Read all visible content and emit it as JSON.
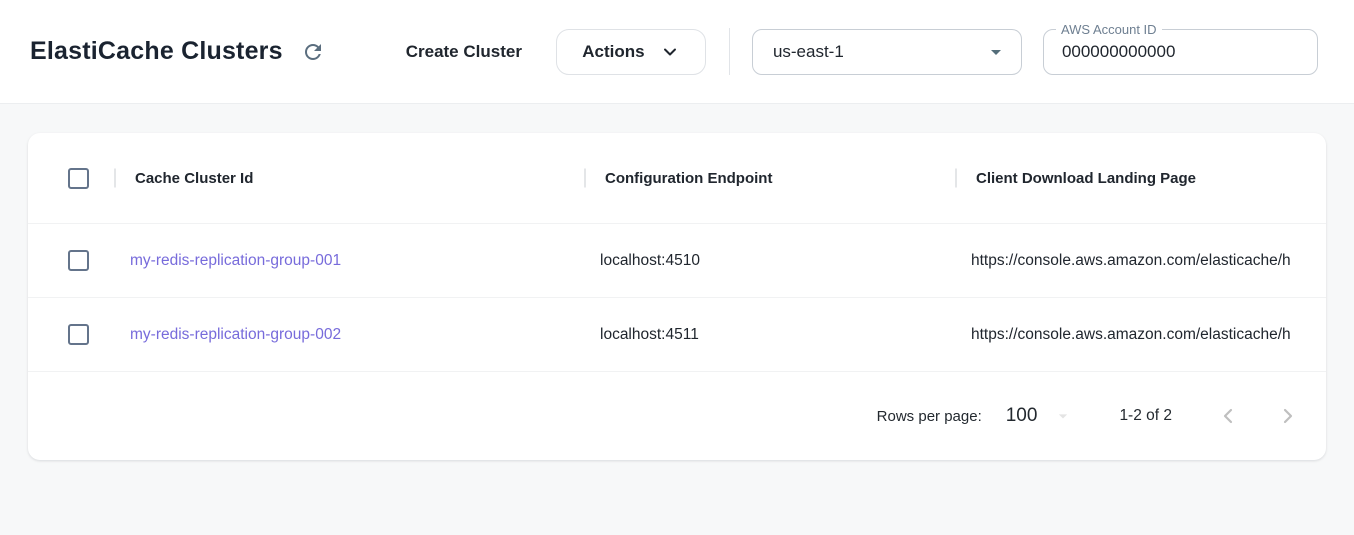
{
  "header": {
    "title": "ElastiCache Clusters",
    "create_cluster_label": "Create Cluster",
    "actions_label": "Actions",
    "region_selected": "us-east-1",
    "account_label": "AWS Account ID",
    "account_value": "000000000000"
  },
  "table": {
    "columns": [
      "Cache Cluster Id",
      "Configuration Endpoint",
      "Client Download Landing Page"
    ],
    "rows": [
      {
        "cache_cluster_id": "my-redis-replication-group-001",
        "configuration_endpoint": "localhost:4510",
        "client_download_landing_page": "https://console.aws.amazon.com/elasticache/h"
      },
      {
        "cache_cluster_id": "my-redis-replication-group-002",
        "configuration_endpoint": "localhost:4511",
        "client_download_landing_page": "https://console.aws.amazon.com/elasticache/h"
      }
    ]
  },
  "pagination": {
    "rows_per_page_label": "Rows per page:",
    "rows_per_page_value": "100",
    "range_label": "1-2 of 2"
  },
  "colors": {
    "link": "#776bdb",
    "checkbox_border": "#64748b",
    "page_background": "#f7f8f9",
    "icon_slate": "#5b6e7f",
    "disabled_chevron": "#bfbfbf"
  }
}
